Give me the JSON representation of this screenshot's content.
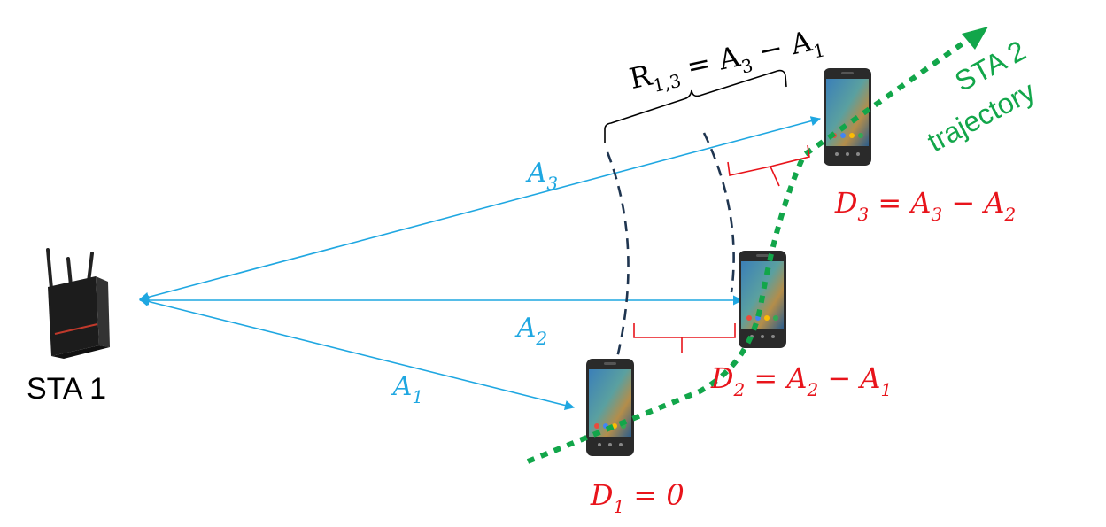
{
  "nodes": {
    "sta1_label": "STA 1",
    "sta2_label_line1": "STA 2",
    "sta2_label_line2": "trajectory"
  },
  "distances": {
    "a1": {
      "base": "A",
      "sub": "1"
    },
    "a2": {
      "base": "A",
      "sub": "2"
    },
    "a3": {
      "base": "A",
      "sub": "3"
    }
  },
  "equations": {
    "d1": {
      "lhs_base": "D",
      "lhs_sub": "1",
      "rhs": " = 0"
    },
    "d2": {
      "lhs_base": "D",
      "lhs_sub": "2",
      "eq": " = ",
      "t1_base": "A",
      "t1_sub": "2",
      "minus": " − ",
      "t2_base": "A",
      "t2_sub": "1"
    },
    "d3": {
      "lhs_base": "D",
      "lhs_sub": "3",
      "eq": " = ",
      "t1_base": "A",
      "t1_sub": "3",
      "minus": " − ",
      "t2_base": "A",
      "t2_sub": "2"
    },
    "r13": {
      "lhs_base": "R",
      "lhs_sub": "1,3",
      "eq": " = ",
      "t1_base": "A",
      "t1_sub": "3",
      "minus": " − ",
      "t2_base": "A",
      "t2_sub": "1"
    }
  },
  "colors": {
    "arrow_blue": "#1fa7e1",
    "label_blue": "#1fa7e1",
    "equation_red": "#e8141b",
    "bracket_red": "#e8141b",
    "trajectory_green": "#12a64a",
    "dashed_navy": "#1f3550",
    "text_black": "#000000"
  },
  "icons": {
    "router": "wifi-router-icon",
    "phone": "smartphone-icon"
  }
}
